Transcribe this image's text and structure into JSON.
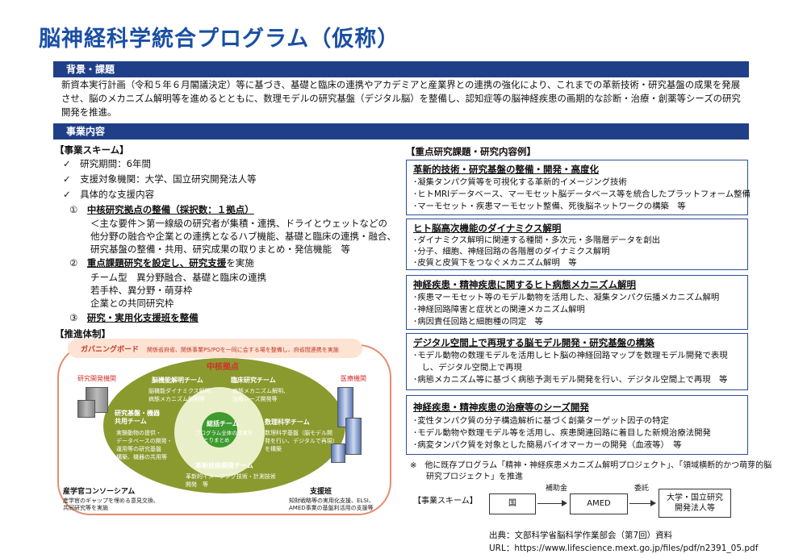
{
  "title": "脳神経科学統合プログラム（仮称）",
  "sections": {
    "background_header": "背景・課題",
    "background_text": "新資本実行計画（令和５年６月閣議決定）等に基づき、基礎と臨床の連携やアカデミアと産業界との連携の強化により、これまでの革新技術・研究基盤の成果を発展させ、脳のメカニズム解明等を進めるとともに、数理モデルの研究基盤（デジタル脳）を整備し、認知症等の脳神経疾患の画期的な診断・治療・創薬等シーズの研究開発を推進。",
    "content_header": "事業内容"
  },
  "scheme": {
    "heading": "【事業スキーム】",
    "items": [
      "研究期間：6年間",
      "支援対象機関：大学、国立研究開発法人等",
      "具体的な支援内容"
    ],
    "check": "✓",
    "sub1_num": "①",
    "sub1_title": "中核研究拠点の整備（採択数：１拠点）",
    "sub1_lines": [
      "＜主な要件＞第一線級の研究者が集積・連携、ドライとウェットなどの",
      "他分野の融合や企業との連携となるハブ機能、基礎と臨床の連携・融合、",
      "研究基盤の整備・共用、研究成果の取りまとめ・発信機能　等"
    ],
    "sub2_num": "②",
    "sub2_title": "重点課題研究を設定し、研究支援",
    "sub2_suffix": "を実施",
    "sub2_lines": [
      "チーム型　異分野融合、基礎と臨床の連携",
      "若手枠、異分野・萌芽枠",
      "企業との共同研究枠"
    ],
    "sub3_num": "③",
    "sub3_title": "研究・実用化支援班を整備"
  },
  "structure_heading": "【推進体制】",
  "diagram": {
    "governance_title": "ガバニングボード",
    "governance_desc": "関係省府省、関係事業PS/POを一同に会する場を整備し、府省間連携を実施",
    "core_label": "中核拠点",
    "left_org": "研究開発機関",
    "right_org": "医療機関",
    "team1": "脳機能解明チーム",
    "team1_desc": [
      "脳機能ダイナミクス解明、",
      "病態メカニズム解明等"
    ],
    "team2": "臨床研究チーム",
    "team2_desc": [
      "病態メカニズム解明、",
      "治療シーズ開発等"
    ],
    "team3": "研究基盤・機器共用チーム",
    "team3_desc": [
      "実験動物の提供・",
      "データベースの開発・",
      "運用等の研究基盤",
      "構築、機器の共用等"
    ],
    "center": "総括チーム",
    "center_desc": [
      "プログラム全体の成果を",
      "とりまとめ"
    ],
    "team4": "数理科学チーム",
    "team4_desc": [
      "数理科学基盤（脳モデル開",
      "発を行い、デジタルで再現）",
      "を構築"
    ],
    "team5": "革新技術開発チーム",
    "team5_desc": [
      "革新的イメージング技術・計測技術",
      "開発　等"
    ],
    "industry": "産学官コンソーシアム",
    "industry_desc": [
      "産学官のギャップを埋める意見交換、",
      "共同研究等を実施"
    ],
    "support": "支援班",
    "support_desc": [
      "知財戦略等の実用化支援、ELSI、",
      "AMED事業の基盤利活用の支援等"
    ]
  },
  "priority": {
    "heading": "【重点研究課題・研究内容例】",
    "boxes": [
      {
        "title": "革新的技術・研究基盤の整備・開発・高度化",
        "lines": [
          "･凝集タンパク質等を可視化する革新的イメージング技術",
          "･ヒトMRIデータベース、マーモセット脳データベース等を統合したプラットフォーム整備",
          "･マーモセット・疾患マーモセット整備、死後脳ネットワークの構築　等"
        ]
      },
      {
        "title": "ヒト脳高次機能のダイナミクス解明",
        "lines": [
          "･ダイナミクス解明に関連する種間・多次元・多階層データを創出",
          "･分子、細胞、神経回路の各階層のダイナミクス解明",
          "･皮質と皮質下をつなぐメカニズム解明　等"
        ]
      },
      {
        "title": "神経疾患・精神疾患に関するヒト病態メカニズム解明",
        "lines": [
          "･疾患マーモセット等のモデル動物を活用した、凝集タンパク伝播メカニズム解明",
          "･神経回路障害と症状との関連メカニズム解明",
          "･病因責任回路と細胞種の同定　等"
        ]
      },
      {
        "title": "デジタル空間上で再現する脳モデル開発・研究基盤の構築",
        "lines": [
          "･モデル動物の数理モデルを活用しヒト脳の神経回路マップを数理モデル開発で表現",
          "　し、デジタル空間上で再現",
          "･病態メカニズム等に基づく病態予測モデル開発を行い、デジタル空間上で再現　等"
        ]
      },
      {
        "title": "神経疾患・精神疾患の治療等のシーズ開発",
        "lines": [
          "･変性タンパク質の分子構造解析に基づく創薬ターゲット因子の特定",
          "･モデル動物や数理モデル等を活用し、疾患関連回路に着目した新規治療法開発",
          "･病変タンパク質を対象とした簡易バイオマーカーの開発（血液等）　等"
        ]
      }
    ],
    "note_lines": [
      "※　他に既存プログラム「精神・神経疾患メカニズム解明プロジェクト」、「領域横断的かつ萌芽的脳",
      "　　研究プロジェクト」を推進"
    ]
  },
  "flow": {
    "label": "【事業スキーム】",
    "node1": "国",
    "arrow1": "補助金",
    "node2": "AMED",
    "arrow2": "委託",
    "node3_line1": "大学・国立研究",
    "node3_line2": "開発法人等"
  },
  "source": {
    "line1": "出典：文部科学省脳科学作業部会（第7回）資料",
    "line2": "URL：https://www.lifescience.mext.go.jp/files/pdf/n2391_05.pdf"
  },
  "colors": {
    "accent": "#1f3f88",
    "title": "#1a4fa3",
    "box_border": "#2b4d9b",
    "olive": "#8a9a2f",
    "green_team": "#3f9a2f",
    "red": "#d0312d"
  }
}
